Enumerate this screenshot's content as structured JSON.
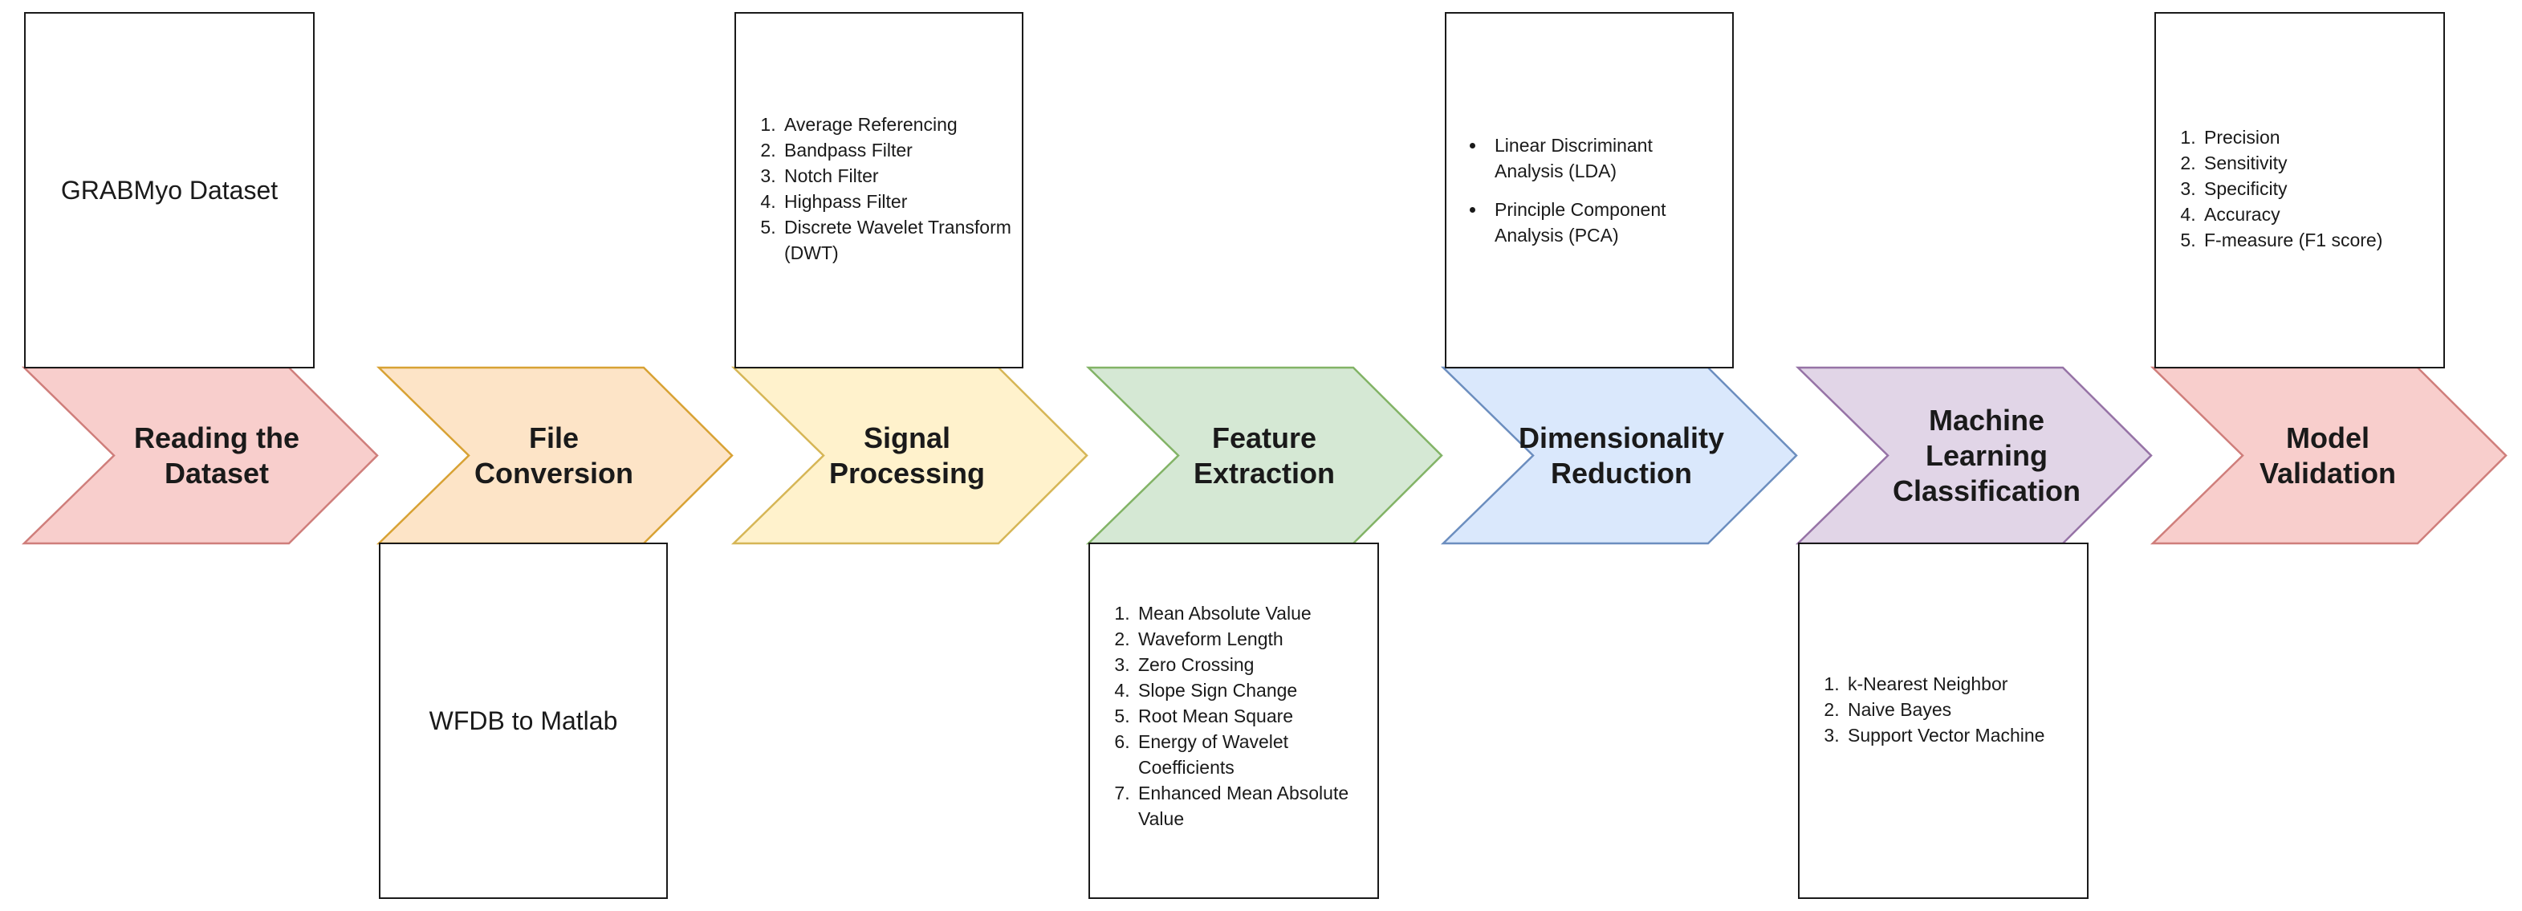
{
  "stages": [
    {
      "label": "Reading the Dataset",
      "fill": "#f8cecc",
      "stroke": "#cf7e7b"
    },
    {
      "label": "File Conversion",
      "fill": "#fde4c7",
      "stroke": "#d8a234"
    },
    {
      "label": "Signal Processing",
      "fill": "#fff2cc",
      "stroke": "#d6b656"
    },
    {
      "label": "Feature Extraction",
      "fill": "#d5e8d4",
      "stroke": "#82b366"
    },
    {
      "label": "Dimensionality Reduction",
      "fill": "#dae8fc",
      "stroke": "#6c8ebf"
    },
    {
      "label": "Machine Learning Classification",
      "fill": "#e1d5e7",
      "stroke": "#9673a6"
    },
    {
      "label": "Model Validation",
      "fill": "#f8cecc",
      "stroke": "#cf7e7b"
    }
  ],
  "notes": {
    "reading": {
      "text": "GRABMyo Dataset"
    },
    "conversion": {
      "text": "WFDB to Matlab"
    },
    "signal": {
      "items": [
        "Average Referencing",
        "Bandpass Filter",
        "Notch Filter",
        "Highpass Filter",
        "Discrete Wavelet Transform (DWT)"
      ]
    },
    "features": {
      "items": [
        "Mean Absolute Value",
        "Waveform Length",
        "Zero Crossing",
        "Slope Sign Change",
        "Root Mean Square",
        "Energy of Wavelet Coefficients",
        "Enhanced Mean Absolute Value"
      ]
    },
    "reduction": {
      "items": [
        "Linear Discriminant Analysis (LDA)",
        "Principle Component Analysis (PCA)"
      ]
    },
    "classification": {
      "items": [
        "k-Nearest Neighbor",
        "Naive Bayes",
        "Support Vector Machine"
      ]
    },
    "validation": {
      "items": [
        "Precision",
        "Sensitivity",
        "Specificity",
        "Accuracy",
        "F-measure (F1 score)"
      ]
    }
  }
}
